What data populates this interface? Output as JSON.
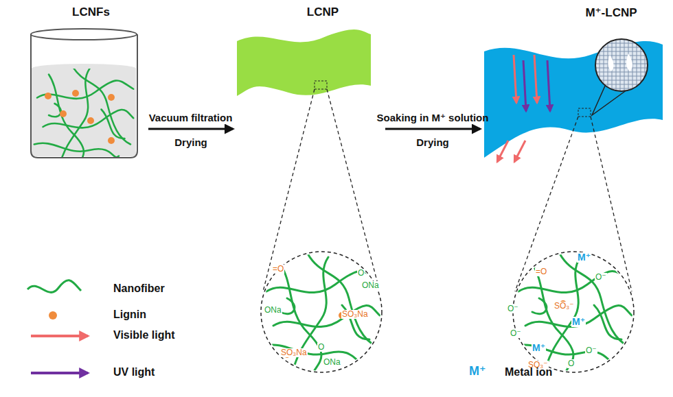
{
  "diagram": {
    "nodes": [
      {
        "text": [
          "LCNFs"
        ]
      },
      {
        "text": [
          "LCNP"
        ]
      },
      {
        "text": [
          "M⁺-LCNP"
        ]
      }
    ],
    "edges": [
      {
        "from": 0,
        "to": 1,
        "arrow": "to",
        "label": "Vacuum filtration"
      },
      {
        "from": 1,
        "to": 2,
        "arrow": "to",
        "label": "Soaking in M⁺ solution"
      }
    ],
    "labels": [
      "Drying",
      "Drying",
      "=O",
      "O",
      "ONa",
      "ONa",
      "SO₃Na",
      "SO₃Na",
      "O",
      "ONa",
      "M⁺",
      "=O",
      "O⁻",
      "O⁻",
      "SO₃⁻",
      "M⁺",
      "O⁻",
      "M⁺",
      "SO₃⁻",
      "O⁻",
      "O",
      "M⁺"
    ],
    "legend": [
      {
        "text": "Nanofiber"
      },
      {
        "text": "Lignin",
        "color": "#f08c3c"
      },
      {
        "text": "Visible light"
      },
      {
        "text": "UV light"
      },
      {
        "text": "Metal ion"
      }
    ]
  }
}
